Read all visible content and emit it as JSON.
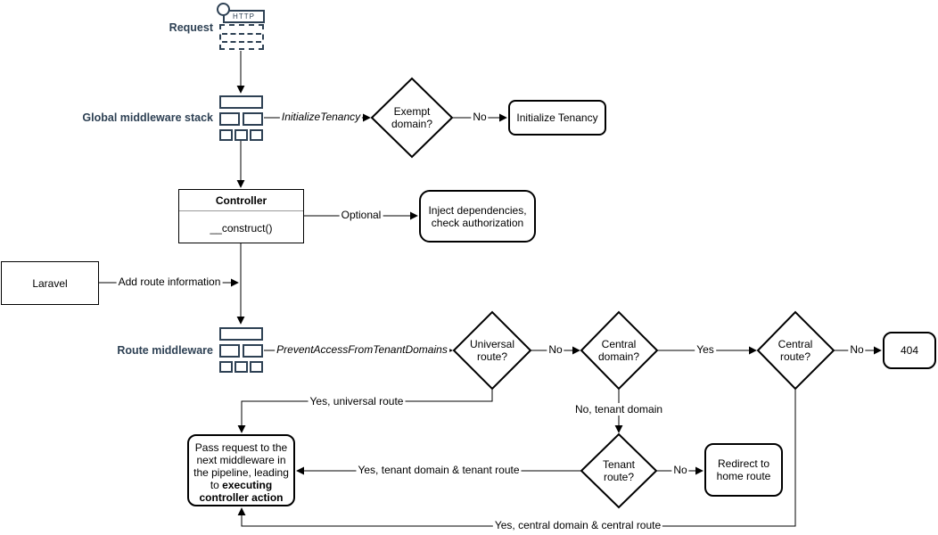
{
  "colors": {
    "accent_navy": "#2e4154",
    "line": "#000000",
    "background": "#ffffff"
  },
  "nodes": {
    "request": "Request",
    "http_badge": "HTTP",
    "global_middleware": "Global middleware stack",
    "exempt_domain": "Exempt domain?",
    "initialize_tenancy": "Initialize Tenancy",
    "controller_title": "Controller",
    "controller_method": "__construct()",
    "inject": "Inject dependencies, check authorization",
    "laravel": "Laravel",
    "route_middleware": "Route middleware",
    "universal_route": "Universal route?",
    "central_domain": "Central domain?",
    "central_route": "Central route?",
    "not_found": "404",
    "tenant_route": "Tenant route?",
    "redirect_home": "Redirect to home route",
    "pass_request_normal": "Pass request to the next middleware in the pipeline, leading to ",
    "pass_request_bold": "executing controller action"
  },
  "edge_labels": {
    "initialize_tenancy_middleware": "InitializeTenancy",
    "prevent_access_middleware": "PreventAccessFromTenantDomains",
    "exempt_no": "No",
    "optional": "Optional",
    "add_route_information": "Add route information",
    "universal_no": "No",
    "central_domain_yes": "Yes",
    "central_route_no": "No",
    "universal_yes": "Yes, universal route",
    "tenant_domain_no": "No, tenant domain",
    "tenant_route_no": "No",
    "tenant_yes": "Yes, tenant domain & tenant route",
    "central_yes": "Yes, central domain & central route"
  }
}
